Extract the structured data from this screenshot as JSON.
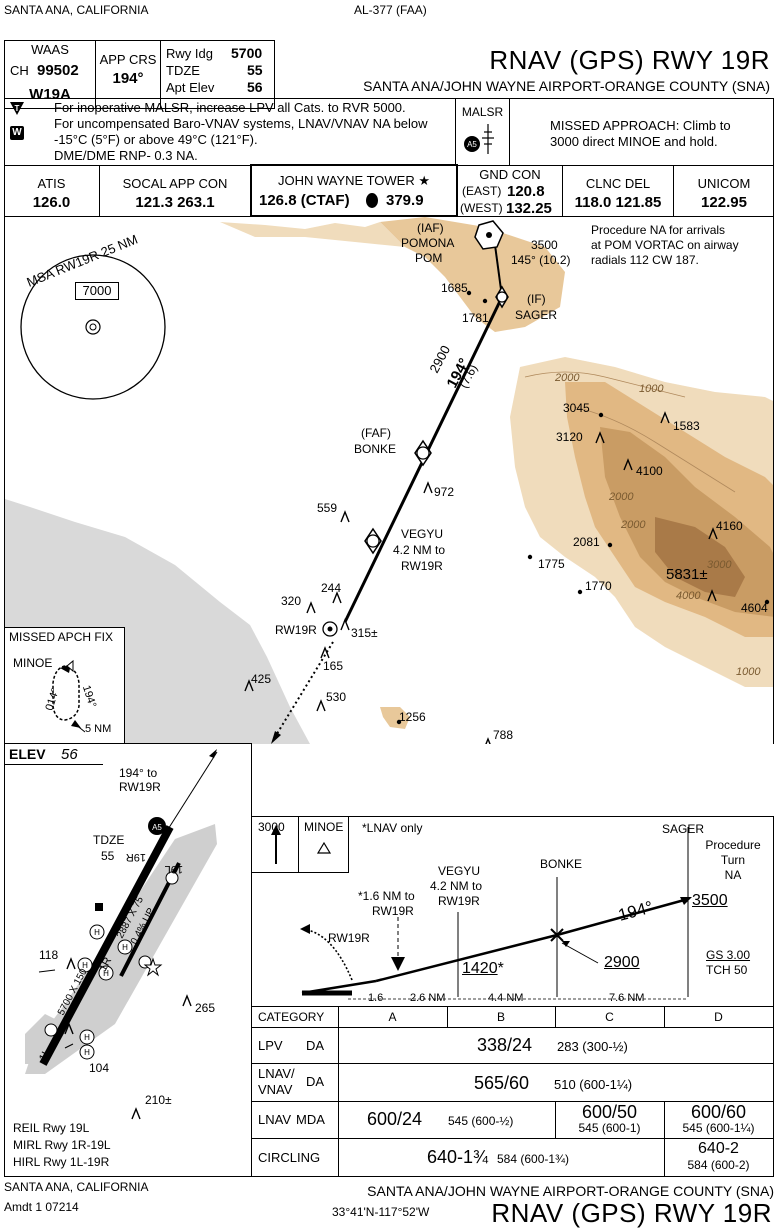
{
  "header": {
    "location": "SANTA ANA, CALIFORNIA",
    "procedure_id": "AL-377 (FAA)",
    "title": "RNAV (GPS) RWY 19R",
    "airport": "SANTA ANA/JOHN WAYNE AIRPORT-ORANGE COUNTY (SNA)",
    "waas_label": "WAAS",
    "ch_label": "CH",
    "ch_value": "99502",
    "waas_id": "W19A",
    "app_crs_label": "APP CRS",
    "app_crs_value": "194°",
    "rwy_idg_label": "Rwy Idg",
    "rwy_idg_value": "5700",
    "tdze_label": "TDZE",
    "tdze_value": "55",
    "apt_elev_label": "Apt Elev",
    "apt_elev_value": "56"
  },
  "notes": {
    "t_icon": "T",
    "w_icon": "W",
    "line1": "For inoperative MALSR, increase LPV all Cats. to RVR 5000.",
    "line2": "For uncompensated Baro-VNAV systems, LNAV/VNAV NA below",
    "line3": "-15°C (5°F) or above 49°C (121°F).",
    "line4": "DME/DME RNP- 0.3 NA.",
    "malsr_label": "MALSR",
    "missed_line1": "MISSED APPROACH: Climb to",
    "missed_line2": "3000 direct MINOE and hold."
  },
  "comms": {
    "atis_label": "ATIS",
    "atis_freq": "126.0",
    "socal_label": "SOCAL APP CON",
    "socal_freq": "121.3  263.1",
    "tower_label": "JOHN WAYNE TOWER",
    "tower_freq": "126.8 (CTAF)",
    "tower_uhf": "379.9",
    "gnd_label": "GND CON",
    "gnd_east_label": "(EAST)",
    "gnd_east_freq": "120.8",
    "gnd_west_label": "(WEST)",
    "gnd_west_freq": "132.25",
    "clnc_label": "CLNC DEL",
    "clnc_freq": "118.0  121.85",
    "unicom_label": "UNICOM",
    "unicom_freq": "122.95"
  },
  "plan": {
    "msa_label": "MSA RW19R 25 NM",
    "msa_alt": "7000",
    "proc_na_1": "Procedure NA for arrivals",
    "proc_na_2": "at POM VORTAC on airway",
    "proc_na_3": "radials 112 CW 187.",
    "iaf": "(IAF)",
    "pomona": "POMONA",
    "pom": "POM",
    "iaf_alt": "3500",
    "iaf_crs": "145° (10.2)",
    "if_label": "(IF)",
    "sager": "SAGER",
    "seg_alt": "2900",
    "seg_crs": "194°",
    "seg_dist": "(7.6)",
    "faf": "(FAF)",
    "bonke": "BONKE",
    "vegyu": "VEGYU",
    "vegyu_note1": "4.2 NM to",
    "vegyu_note2": "RW19R",
    "rw19r": "RW19R",
    "elevs": [
      "1685",
      "1781",
      "3045",
      "3120",
      "1583",
      "4100",
      "972",
      "559",
      "2081",
      "4160",
      "1775",
      "5831±",
      "1770",
      "4604",
      "244",
      "320",
      "315±",
      "165",
      "425",
      "530",
      "1256",
      "788"
    ],
    "contours": [
      "2000",
      "1000",
      "2000",
      "2000",
      "3000",
      "4000",
      "1000"
    ]
  },
  "missed_fix": {
    "title": "MISSED APCH FIX",
    "fix": "MINOE",
    "crs_in": "014°",
    "crs_out": "194°",
    "leg": "5 NM"
  },
  "airport_diagram": {
    "elev_label": "ELEV",
    "elev_value": "56",
    "crs_note1": "194° to",
    "crs_note2": "RW19R",
    "tdze_label": "TDZE",
    "tdze_value": "55",
    "rwy_19r": "19R",
    "rwy_19l": "19L",
    "rwy_1r": "1R",
    "rwy_1l": "1L",
    "dim_main": "5700 X 150",
    "dim_short": "2887 X 75",
    "slope": "0.4% UP",
    "elev_118": "118",
    "elev_104": "104",
    "elev_265": "265",
    "elev_210": "210±",
    "lights1": "REIL Rwy 19L",
    "lights2": "MIRL Rwy 1R-19L",
    "lights3": "HIRL Rwy 1L-19R"
  },
  "profile": {
    "missed_alt": "3000",
    "missed_fix": "MINOE",
    "lnav_only": "*LNAV only",
    "sager": "SAGER",
    "proc_turn_1": "Procedure",
    "proc_turn_2": "Turn",
    "proc_turn_3": "NA",
    "alt_3500": "3500",
    "crs": "194°",
    "bonke": "BONKE",
    "alt_2900": "2900",
    "vegyu": "VEGYU",
    "vegyu_note1": "4.2 NM to",
    "vegyu_note2": "RW19R",
    "vdp_note1": "*1.6 NM to",
    "vdp_note2": "RW19R",
    "rw19r": "RW19R",
    "alt_1420": "1420",
    "alt_1420_star": "*",
    "gs": "GS 3.00",
    "tch": "TCH 50",
    "dist_1": "1.6",
    "dist_2": "2.6 NM",
    "dist_3": "4.4 NM",
    "dist_4": "7.6 NM"
  },
  "minimums": {
    "category_label": "CATEGORY",
    "cats": [
      "A",
      "B",
      "C",
      "D"
    ],
    "lpv_label": "LPV",
    "lpv_da": "DA",
    "lpv_main": "338/24",
    "lpv_sub": "283 (300-½)",
    "lnav_vnav_label1": "LNAV/",
    "lnav_vnav_label2": "VNAV",
    "lnav_vnav_da": "DA",
    "lnav_vnav_main": "565/60",
    "lnav_vnav_sub": "510 (600-1¼)",
    "lnav_label": "LNAV",
    "lnav_mda": "MDA",
    "lnav_ab_main": "600/24",
    "lnav_ab_sub": "545 (600-½)",
    "lnav_c_main": "600/50",
    "lnav_c_sub": "545 (600-1)",
    "lnav_d_main": "600/60",
    "lnav_d_sub": "545 (600-1¼)",
    "circ_label": "CIRCLING",
    "circ_abc_main": "640-1¾",
    "circ_abc_sub": "584 (600-1¾)",
    "circ_d_main": "640-2",
    "circ_d_sub": "584 (600-2)"
  },
  "footer": {
    "location": "SANTA ANA, CALIFORNIA",
    "amdt": "Amdt 1  07214",
    "airport": "SANTA ANA/JOHN WAYNE AIRPORT-ORANGE COUNTY (SNA)",
    "coords": "33°41'N-117°52'W",
    "title": "RNAV (GPS) RWY 19R"
  }
}
